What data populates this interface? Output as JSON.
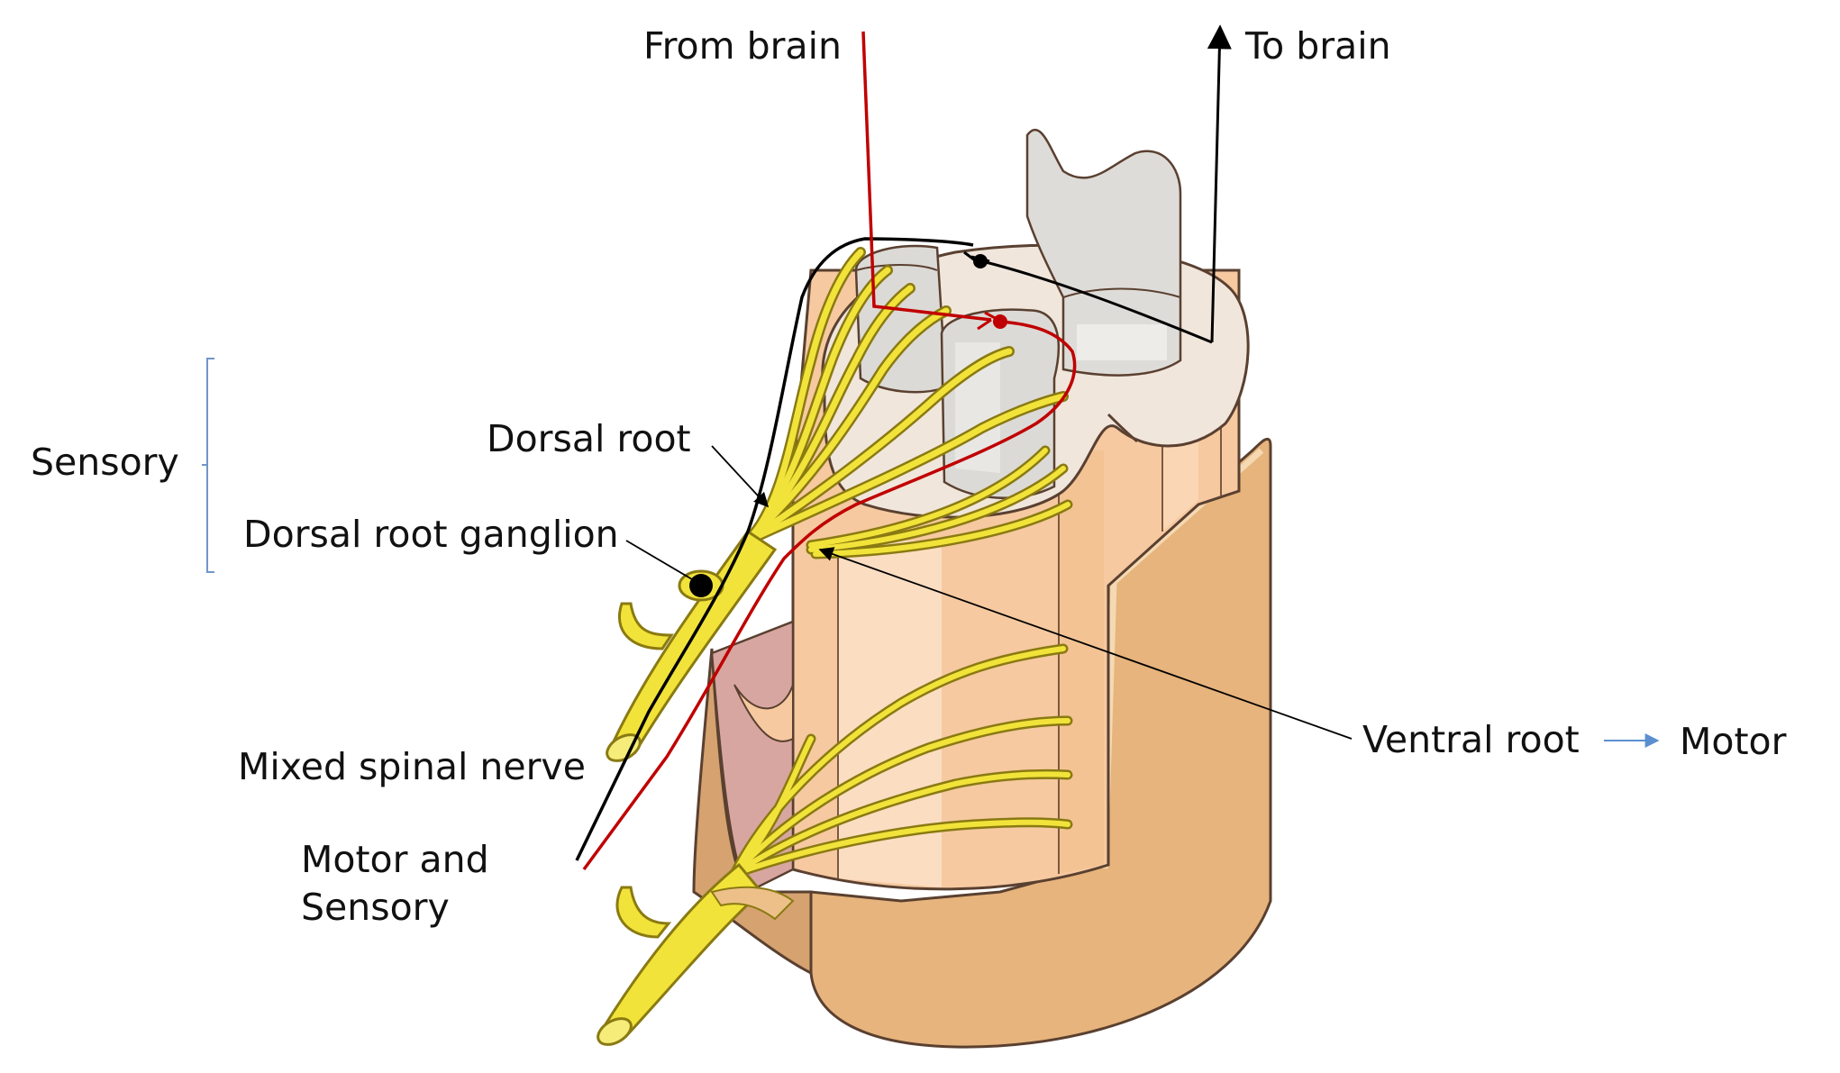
{
  "labels": {
    "from_brain": "From brain",
    "to_brain": "To brain",
    "sensory": "Sensory",
    "dorsal_root": "Dorsal root",
    "dorsal_root_ganglion": "Dorsal root ganglion",
    "ventral_root": "Ventral root",
    "motor": "Motor",
    "mixed_spinal_nerve": "Mixed spinal nerve",
    "motor_and_sensory_line1": "Motor and",
    "motor_and_sensory_line2": "Sensory"
  },
  "colors": {
    "motor_pathway": "#c00000",
    "sensory_pathway": "#000000",
    "nerve": "#f2e33a",
    "nerve_outline": "#8a7a12",
    "grey_matter": "#e7e5e2",
    "white_matter": "#f0e7df",
    "cord_tissue": "#f7cda6",
    "dura": "#e7b880",
    "bracket": "#6f96c8",
    "motor_arrow": "#5b8fd0"
  }
}
